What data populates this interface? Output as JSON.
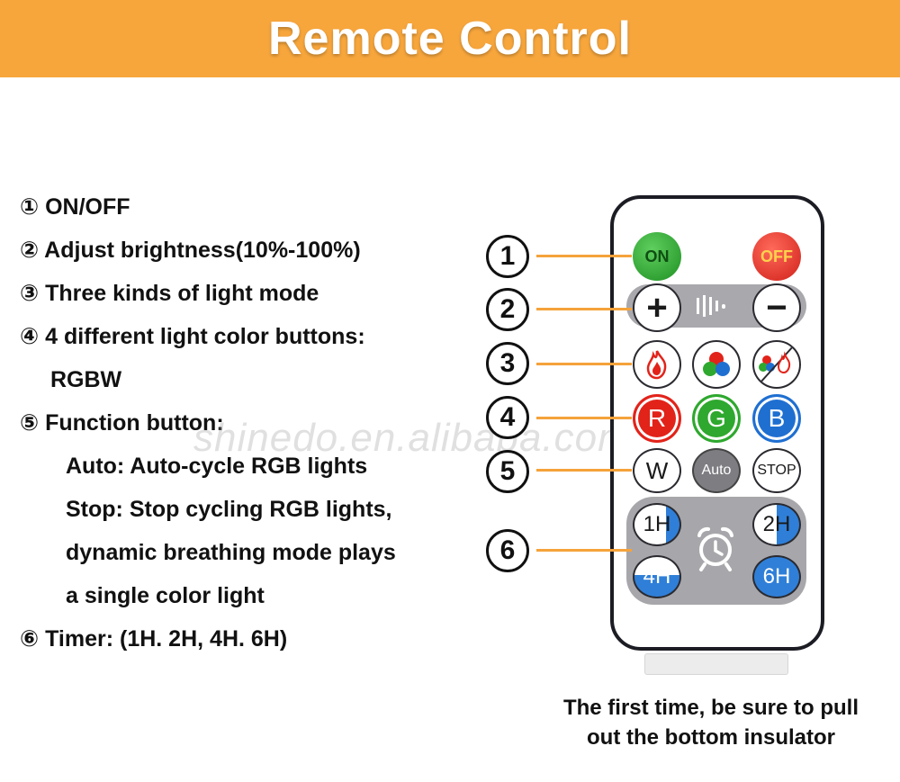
{
  "header": {
    "title": "Remote Control"
  },
  "features": [
    "① ON/OFF",
    "② Adjust brightness(10%-100%)",
    "③ Three kinds of light mode",
    "④ 4 different light color buttons:",
    "RGBW",
    "⑤ Function button:",
    "Auto: Auto-cycle RGB lights",
    "Stop: Stop cycling RGB lights,",
    "dynamic breathing mode plays",
    "a single color light",
    "⑥ Timer: (1H. 2H, 4H. 6H)"
  ],
  "callouts": [
    "1",
    "2",
    "3",
    "4",
    "5",
    "6"
  ],
  "remote": {
    "on_label": "ON",
    "off_label": "OFF",
    "plus_label": "+",
    "minus_label": "−",
    "r_label": "R",
    "g_label": "G",
    "b_label": "B",
    "w_label": "W",
    "auto_label": "Auto",
    "stop_label": "STOP",
    "timer_1h": "1H",
    "timer_2h": "2H",
    "timer_4h": "4H",
    "timer_6h": "6H"
  },
  "icons": {
    "mode_1": "flame-icon",
    "mode_2": "rgb-dots-icon",
    "mode_3": "rgb-flame-split-icon",
    "brightness": "sound-bars-icon",
    "timer": "alarm-clock-icon"
  },
  "colors": {
    "banner": "#f7a63c",
    "leader": "#f5a23a",
    "on": "#1e8f22",
    "off": "#d0201a",
    "red": "#e2231a",
    "green": "#2ea82e",
    "blue": "#1f6fd1",
    "timer_blue": "#2f7fd8"
  },
  "watermark": "shinedo.en.alibaba.com",
  "footer_note": {
    "line1": "The first time, be sure to pull",
    "line2": "out the bottom insulator"
  }
}
